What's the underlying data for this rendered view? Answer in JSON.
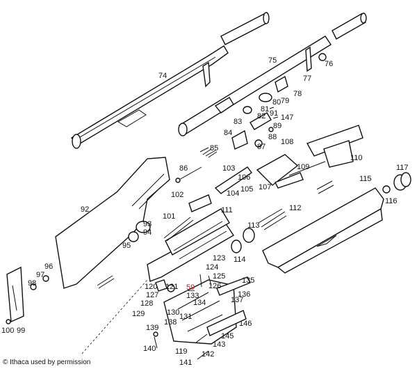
{
  "copyright": "© Ithaca used by permission",
  "highlight_color": "#d01818",
  "labels": {
    "p59": "59",
    "p74": "74",
    "p75": "75",
    "p76": "76",
    "p77": "77",
    "p78": "78",
    "p79": "79",
    "p80": "80",
    "p81": "81",
    "p82": "82",
    "p83": "83",
    "p84": "84",
    "p85": "85",
    "p86": "86",
    "p87": "87",
    "p88": "88",
    "p89": "89",
    "p91": "91",
    "p92": "92",
    "p93": "93",
    "p94": "94",
    "p95": "95",
    "p96": "96",
    "p97": "97",
    "p98": "98",
    "p99": "99",
    "p100": "100",
    "p101": "101",
    "p102": "102",
    "p103": "103",
    "p104": "104",
    "p105": "105",
    "p106": "106",
    "p107": "107",
    "p108": "108",
    "p109": "109",
    "p110": "110",
    "p111": "111",
    "p112": "112",
    "p113": "113",
    "p114": "114",
    "p115": "115",
    "p116": "116",
    "p117": "117",
    "p119": "119",
    "p120": "120",
    "p121": "121",
    "p123": "123",
    "p124": "124",
    "p125": "125",
    "p126": "126",
    "p127": "127",
    "p128": "128",
    "p129": "129",
    "p130": "130",
    "p131": "131",
    "p133": "133",
    "p134": "134",
    "p135": "135",
    "p136": "136",
    "p137": "137",
    "p138": "138",
    "p139": "139",
    "p140": "140",
    "p141": "141",
    "p142": "142",
    "p143": "143",
    "p145": "145",
    "p146": "146",
    "p147": "147"
  }
}
